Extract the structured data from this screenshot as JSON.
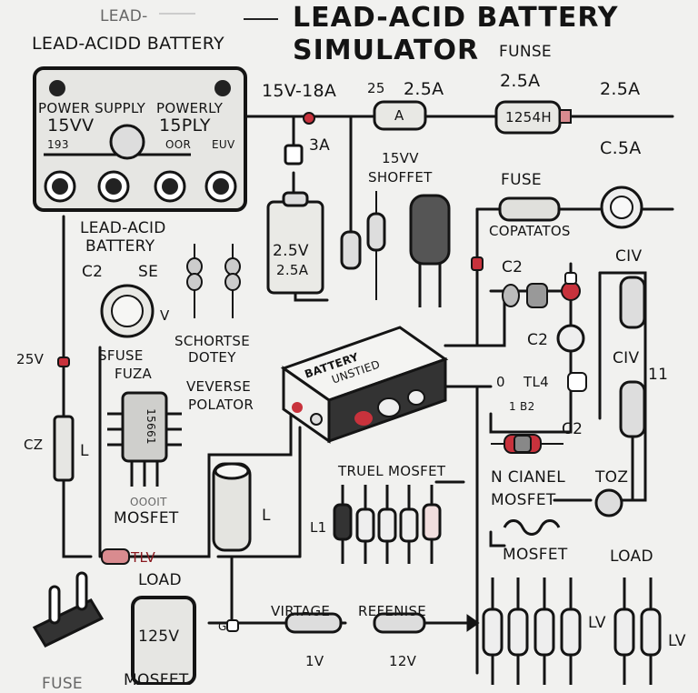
{
  "title": {
    "line1": "LEAD-ACID BATTERY",
    "line2": "SIMULATOR",
    "faded_prefix": "LEAD-",
    "subtitle": "LEAD-ACIDD BATTERY"
  },
  "power_supply": {
    "label_left": "POWER SUPPLY",
    "label_right": "POWERLY",
    "voltage_left": "15VV",
    "voltage_right": "15PLY",
    "small_left": "193",
    "small_mid": "OOR",
    "small_right": "EUV",
    "rating": "15V-18A"
  },
  "labels": {
    "fuse_rating_a": "25",
    "fuse_rating_b": "2.5A",
    "funse": "FUNSE",
    "funse_rating": "2.5A",
    "right_rating": "2.5A",
    "fuse_body_a": "A",
    "fuse_body_b": "1254H",
    "c5a": "C.5A",
    "three_a": "3A",
    "shoffet_v": "15VV",
    "shoffet": "SHOFFET",
    "fuse": "FUSE",
    "copatatos": "COPATATOS",
    "lead_acid": "LEAD-ACID",
    "battery": "BATTERY",
    "c2_left": "C2",
    "se": "SE",
    "meter_v": "V",
    "cell_v": "2.5V",
    "cell_a": "2.5A",
    "schortse": "SCHORTSE",
    "dotey": "DOTEY",
    "v25": "25V",
    "sfuse": "SFUSE",
    "fuza": "FUZA",
    "reverse": "VEVERSE",
    "polator": "POLATOR",
    "battery_box": "BATTERY",
    "battery_box_sub": "UNSTIED",
    "cz": "CZ",
    "l_left": "L",
    "chip_text": "15661",
    "mosfet_left": "MOSFET",
    "mosfet_left_small": "OOOIT",
    "l_cap": "L",
    "truel_mosfet": "TRUEL MOSFET",
    "l1": "L1",
    "c2_mid": "C2",
    "c2_mid2": "C2",
    "tl4": "TL4",
    "t0": "0",
    "n182": "1 B2",
    "c2_low": "C2",
    "civ_top": "CIV",
    "civ_mid": "CIV",
    "i1": "11",
    "n_channel": "N CIANEL",
    "toz": "TOZ",
    "mosfet_right": "MOSFET",
    "mosfet_lower": "MOSFET",
    "load_right": "LOAD",
    "lv_a": "LV",
    "lv_b": "LV",
    "tlv": "TLV",
    "load_left": "LOAD",
    "load_box": "125V",
    "mosfet_bottom": "MOSFET",
    "fuse_bottom": "FUSE",
    "virtage": "VIRTAGE",
    "refenise": "REFENISE",
    "v1": "1V",
    "v12": "12V",
    "g_pin": "G"
  },
  "accent_colors": {
    "ink": "#141414",
    "paper": "#f1f1ef",
    "red": "#c8323c",
    "grey_fill": "#d6d6d2"
  }
}
